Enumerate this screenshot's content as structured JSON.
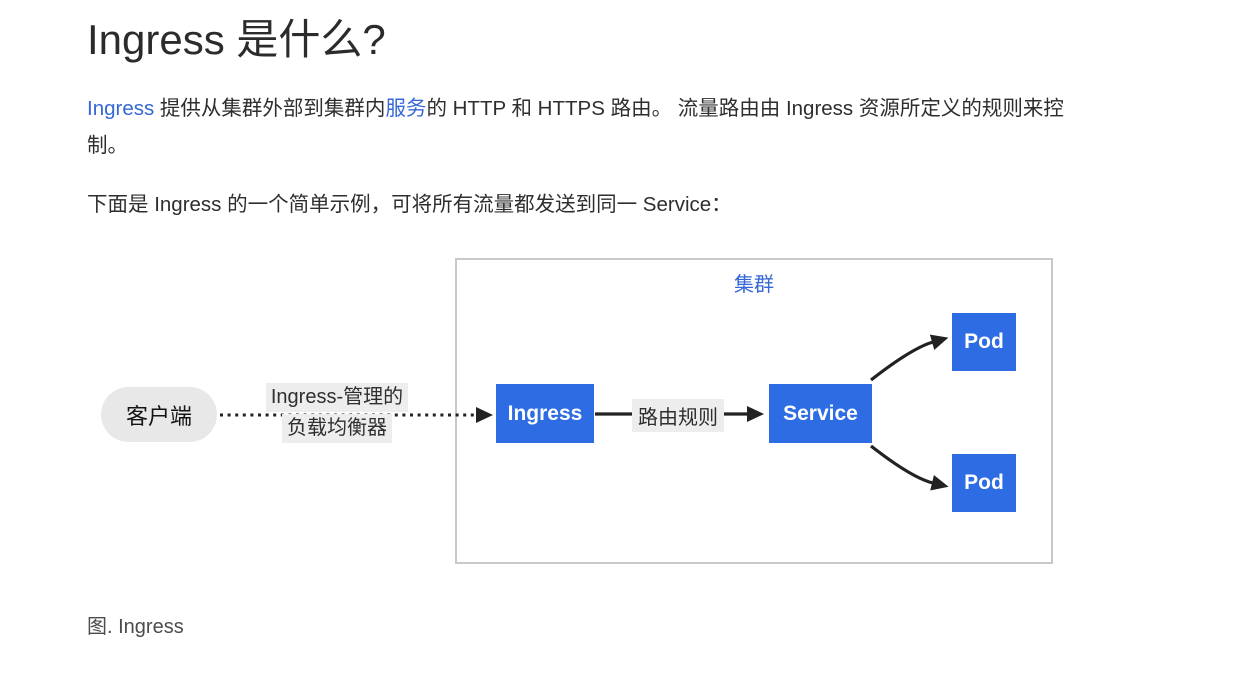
{
  "page": {
    "title": "Ingress 是什么?",
    "caption": "图. Ingress"
  },
  "intro": {
    "segments": [
      {
        "text": "Ingress",
        "link": true
      },
      {
        "text": " 提供从集群外部到集群内",
        "link": false
      },
      {
        "text": "服务",
        "link": true
      },
      {
        "text": "的 HTTP 和 HTTPS 路由。 流量路由由 Ingress 资源所定义的规则来控制。",
        "link": false
      }
    ]
  },
  "example_intro": "下面是 Ingress 的一个简单示例，可将所有流量都发送到同一 Service：",
  "diagram": {
    "cluster_label": "集群",
    "client_label": "客户端",
    "lb_label_line1": "Ingress-管理的",
    "lb_label_line2": "负载均衡器",
    "ingress_label": "Ingress",
    "route_label": "路由规则",
    "service_label": "Service",
    "pods": [
      "Pod",
      "Pod"
    ]
  },
  "colors": {
    "link_blue": "#3667d6",
    "node_blue": "#2e6ce4",
    "label_bg": "#ededed",
    "client_bg": "#e8e8e8",
    "cluster_border": "#c9c9cd",
    "arrow_dark": "#222222"
  }
}
